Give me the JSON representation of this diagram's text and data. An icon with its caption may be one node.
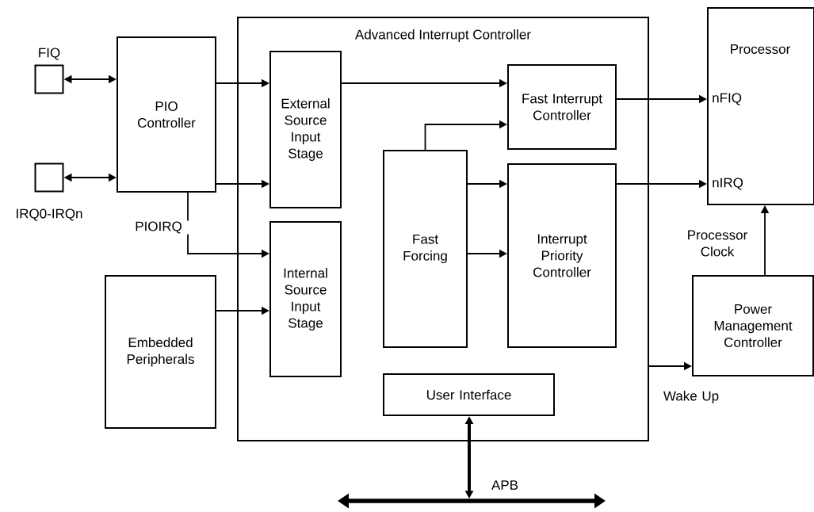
{
  "diagram": {
    "nodes": [
      {
        "text": [
          "FIQ"
        ]
      },
      {
        "text": [
          "IRQ0-IRQn"
        ]
      },
      {
        "text": [
          "PIO Controller"
        ]
      },
      {
        "text": [
          "Advanced Interrupt Controller"
        ]
      },
      {
        "text": [
          "External Source Input Stage"
        ],
        "in": 3
      },
      {
        "text": [
          "Internal Source Input Stage"
        ],
        "in": 3
      },
      {
        "text": [
          "Embedded Peripherals"
        ]
      },
      {
        "text": [
          "Fast Interrupt Controller"
        ],
        "in": 3
      },
      {
        "text": [
          "Fast Forcing"
        ],
        "in": 3
      },
      {
        "text": [
          "Interrupt Priority Controller"
        ],
        "in": 3
      },
      {
        "text": [
          "User Interface"
        ],
        "in": 3
      },
      {
        "text": [
          "Processor",
          "nFIQ",
          "nIRQ"
        ]
      },
      {
        "text": [
          "Power Management Controller"
        ]
      },
      {
        "text": [
          "APB"
        ]
      }
    ],
    "edges": [
      {
        "from": 0,
        "to": 2,
        "arrow": "both"
      },
      {
        "from": 1,
        "to": 2,
        "arrow": "both"
      },
      {
        "from": 2,
        "to": 4,
        "arrow": "to"
      },
      {
        "from": 2,
        "to": 4,
        "arrow": "to"
      },
      {
        "from": 2,
        "to": 5,
        "arrow": "to",
        "label": "PIOIRQ"
      },
      {
        "from": 6,
        "to": 5,
        "arrow": "to"
      },
      {
        "from": 4,
        "to": 7,
        "arrow": "to"
      },
      {
        "from": 8,
        "to": 7,
        "arrow": "to"
      },
      {
        "from": 8,
        "to": 9,
        "arrow": "to"
      },
      {
        "from": 8,
        "to": 9,
        "arrow": "to"
      },
      {
        "from": 7,
        "to": 11,
        "arrow": "to"
      },
      {
        "from": 9,
        "to": 11,
        "arrow": "to"
      },
      {
        "from": 12,
        "to": 11,
        "arrow": "to",
        "label": "Processor Clock"
      },
      {
        "from": 3,
        "to": 12,
        "arrow": "to",
        "label": "Wake Up"
      },
      {
        "from": 10,
        "to": 13,
        "arrow": "both",
        "style": "thick"
      }
    ]
  }
}
